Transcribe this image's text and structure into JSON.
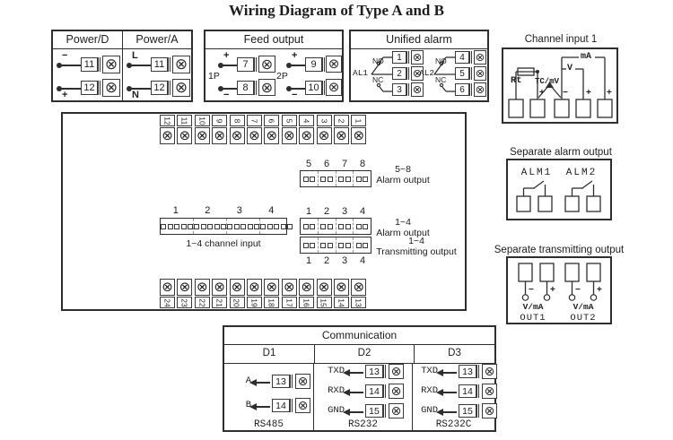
{
  "title": "Wiring Diagram of Type A and B",
  "colors": {
    "ink": "#2e2e2e",
    "background": "#ffffff"
  },
  "power": {
    "header_d": "Power/D",
    "header_a": "Power/A",
    "d": [
      {
        "wire": "−",
        "num": "11"
      },
      {
        "wire": "+",
        "num": "12"
      }
    ],
    "a": [
      {
        "wire": "L",
        "num": "11"
      },
      {
        "wire": "N",
        "num": "12"
      }
    ]
  },
  "feed": {
    "title": "Feed output",
    "groups": [
      {
        "name": "1P",
        "top_sign": "+",
        "top_num": "7",
        "bot_sign": "−",
        "bot_num": "8"
      },
      {
        "name": "2P",
        "top_sign": "+",
        "top_num": "9",
        "bot_sign": "−",
        "bot_num": "10"
      }
    ]
  },
  "unified": {
    "title": "Unified alarm",
    "relays": [
      {
        "name": "AL1",
        "no": "NO",
        "nc": "NC",
        "t1": "1",
        "t2": "2",
        "t3": "3"
      },
      {
        "name": "AL2",
        "no": "NO",
        "nc": "NC",
        "t1": "4",
        "t2": "5",
        "t3": "6"
      }
    ]
  },
  "main": {
    "top_terminals": [
      "12",
      "11",
      "10",
      "9",
      "8",
      "7",
      "6",
      "5",
      "4",
      "3",
      "2",
      "1"
    ],
    "bottom_terminals": [
      "24",
      "23",
      "22",
      "21",
      "20",
      "19",
      "18",
      "17",
      "16",
      "15",
      "14",
      "13"
    ],
    "alarm58": {
      "nums": [
        "5",
        "6",
        "7",
        "8"
      ],
      "pins_per_group": 2,
      "l1": "5~8",
      "l2": "Alarm output"
    },
    "channel": {
      "nums": [
        "1",
        "2",
        "3",
        "4"
      ],
      "pins_per_group": 5,
      "label": "1~4 channel input"
    },
    "alarm14": {
      "nums": [
        "1",
        "2",
        "3",
        "4"
      ],
      "pins_per_group": 2,
      "l1": "1~4",
      "l2": "Alarm output"
    },
    "trans14": {
      "nums": [
        "1",
        "2",
        "3",
        "4"
      ],
      "pins_per_group": 2,
      "l1": "1~4",
      "l2": "Transmitting output"
    }
  },
  "comm": {
    "title": "Communication",
    "columns": [
      {
        "header": "D1",
        "rows": [
          {
            "signal": "A",
            "num": "13"
          },
          {
            "signal": "B",
            "num": "14"
          }
        ],
        "footer": "RS485"
      },
      {
        "header": "D2",
        "rows": [
          {
            "signal": "TXD",
            "num": "13"
          },
          {
            "signal": "RXD",
            "num": "14"
          },
          {
            "signal": "GND",
            "num": "15"
          }
        ],
        "footer": "RS232"
      },
      {
        "header": "D3",
        "rows": [
          {
            "signal": "TXD",
            "num": "13"
          },
          {
            "signal": "RXD",
            "num": "14"
          },
          {
            "signal": "GND",
            "num": "15"
          }
        ],
        "footer": "RS232C"
      }
    ]
  },
  "channel_input": {
    "title": "Channel input 1",
    "rt": "Rt",
    "tc": "TC/mV",
    "v": "V",
    "ma": "mA",
    "signs": [
      "+",
      "−",
      "+",
      "+"
    ]
  },
  "sep_alarm": {
    "title": "Separate alarm output",
    "relay1": "ALM1",
    "relay2": "ALM2"
  },
  "sep_trans": {
    "title": "Separate transmitting output",
    "unit1": "V/mA",
    "unit2": "V/mA",
    "out1": "OUT1",
    "out2": "OUT2",
    "signs": [
      "−",
      "+",
      "−",
      "+"
    ]
  }
}
